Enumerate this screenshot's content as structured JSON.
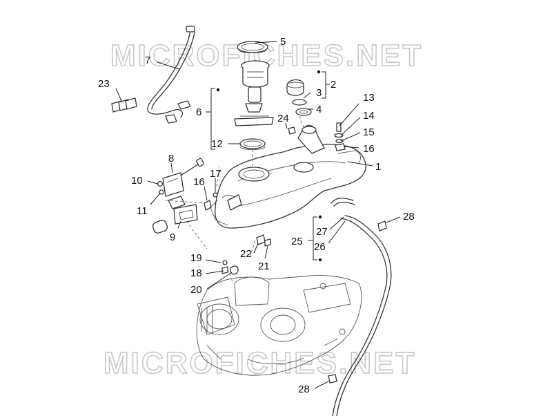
{
  "watermark": "MICROFICHES.NET",
  "callouts": {
    "c1": "1",
    "c2": "2",
    "c3": "3",
    "c4": "4",
    "c5": "5",
    "c6": "6",
    "c7": "7",
    "c8": "8",
    "c9": "9",
    "c10": "10",
    "c11": "11",
    "c12": "12",
    "c13": "13",
    "c14": "14",
    "c15": "15",
    "c16a": "16",
    "c16b": "16",
    "c17": "17",
    "c18": "18",
    "c19": "19",
    "c20": "20",
    "c21": "21",
    "c22": "22",
    "c23": "23",
    "c24": "24",
    "c25": "25",
    "c26": "26",
    "c27": "27",
    "c28a": "28",
    "c28b": "28"
  }
}
